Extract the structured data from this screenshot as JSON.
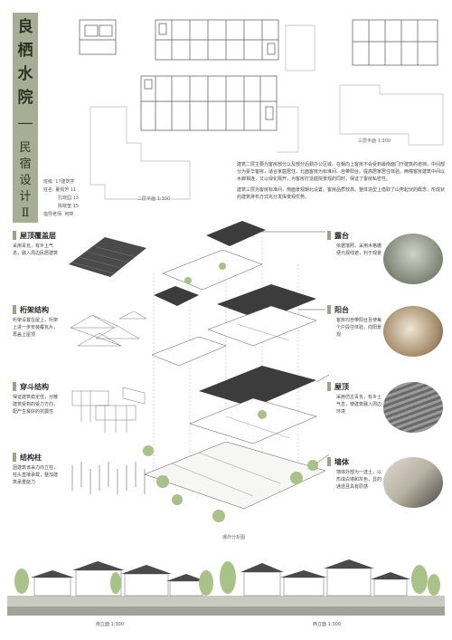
{
  "title": {
    "main_chars": [
      "良",
      "栖",
      "水",
      "院"
    ],
    "dash": "—",
    "sub_chars": [
      "民",
      "宿",
      "设",
      "计",
      "Ⅱ"
    ]
  },
  "info": {
    "lines": [
      "班级: 17建筑学",
      "姓名: 董佩芳 11",
      "孔晓园 13",
      "陈晓莹 15",
      "指导老师: 何婷"
    ]
  },
  "plans": {
    "second_floor": "二层平面 1:300",
    "third_floor": "三层平面 1:300"
  },
  "description": {
    "p1": "建筑二层主要为客房部分以及部分后勤办公区域。在朝向上客房不会受到最南面门厅建筑的遮挡，中间部分为豪华客房，适合家庭居住。北面客房为标准间、自带阳台。提高居家居住体验。两幢客房建筑中间以木廊相连，又以绿化隔开，为客房打造庭院景观的同时，保证了客房私密性。",
    "p2": "建筑三层为客房标准间，南面景观朝北设置。客房品质较高。整体造型上借取了山势起伏的概念，形成状的建筑排布方式充分发挥景观优势。"
  },
  "left_items": [
    {
      "title": "屋顶覆盖层",
      "text": "采用青瓦，有乡土气息，融入周边民居建筑"
    },
    {
      "title": "桁架结构",
      "text": "桁架设置在屋上，桁架上进一步安装覆瓦片，再盖上屋顶"
    },
    {
      "title": "穿斗结构",
      "text": "保证建筑稳定性，分散建筑受到的受力方向，配产生良好的抗震性"
    },
    {
      "title": "结构柱",
      "text": "因建筑该采力向立柱，柱头直接承载，整加建筑承重能力"
    }
  ],
  "right_items": [
    {
      "title": "露台",
      "text": "依据落照，采用木格栅便元视线遮，利于观景"
    },
    {
      "title": "阳台",
      "text": "客房均自带阳台且使每个户段往体验，向阳景观"
    },
    {
      "title": "屋顶",
      "text": "采用仿古青瓦，有乡土气息，使建筑融入周边环境"
    },
    {
      "title": "墙体",
      "text": "墙体外部为一选土，以形成白墙和灰色，显的通透且具有原感"
    }
  ],
  "axo_label": "爆炸分析图",
  "elevations": {
    "south": "南立面 1:300",
    "west": "西立面 1:300"
  },
  "colors": {
    "accent": "#9aa385",
    "title_panel": "#a8ae95",
    "roof": "#3c3c3c"
  }
}
